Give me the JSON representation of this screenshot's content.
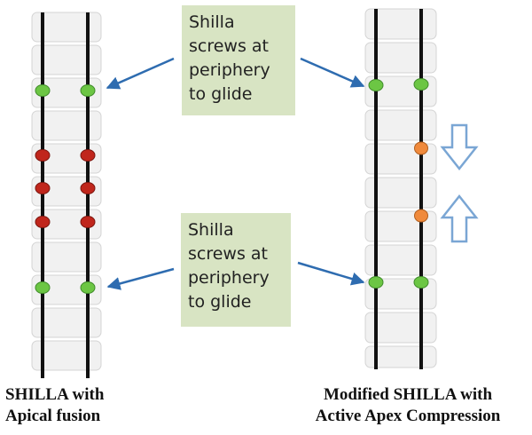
{
  "callouts": {
    "top": {
      "lines": [
        "Shilla",
        "screws at",
        "periphery",
        "to glide"
      ]
    },
    "bottom": {
      "lines": [
        "Shilla",
        "screws at",
        "periphery",
        "to glide"
      ]
    }
  },
  "captions": {
    "left": {
      "lines": [
        "SHILLA with",
        "Apical fusion"
      ]
    },
    "right": {
      "lines": [
        "Modified SHILLA with",
        "Active Apex Compression"
      ]
    }
  },
  "colors": {
    "vertebra_fill": "#f1f1f1",
    "vertebra_edge": "#d4d4d4",
    "rod": "#111111",
    "green_screw": "#6cc644",
    "red_screw": "#c0261c",
    "orange_screw": "#f08a3c",
    "callout_fill": "#d8e4c3",
    "arrow_blue": "#2e6cb0",
    "compression_arrow": "#7aa6d4"
  }
}
